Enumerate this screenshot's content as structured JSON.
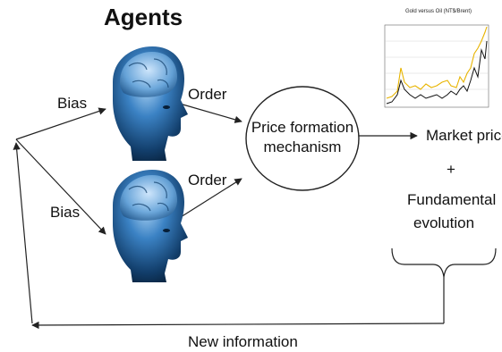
{
  "title": "Agents",
  "labels": {
    "bias_top": "Bias",
    "bias_bottom": "Bias",
    "order_top": "Order",
    "order_bottom": "Order",
    "price_formation_line1": "Price formation",
    "price_formation_line2": "mechanism",
    "market_prices": "Market prices",
    "plus": "+",
    "fundamental_line1": "Fundamental",
    "fundamental_line2": "evolution",
    "new_information": "New information"
  },
  "inset_chart": {
    "title": "Gold versus Oil (NT$/Brent)",
    "series_colors": {
      "gold": "#e8b400",
      "oil": "#111111"
    }
  },
  "colors": {
    "head_dark": "#0b2a4a",
    "head_mid": "#1f5f99",
    "head_light": "#7fb3e0",
    "line": "#222222"
  }
}
